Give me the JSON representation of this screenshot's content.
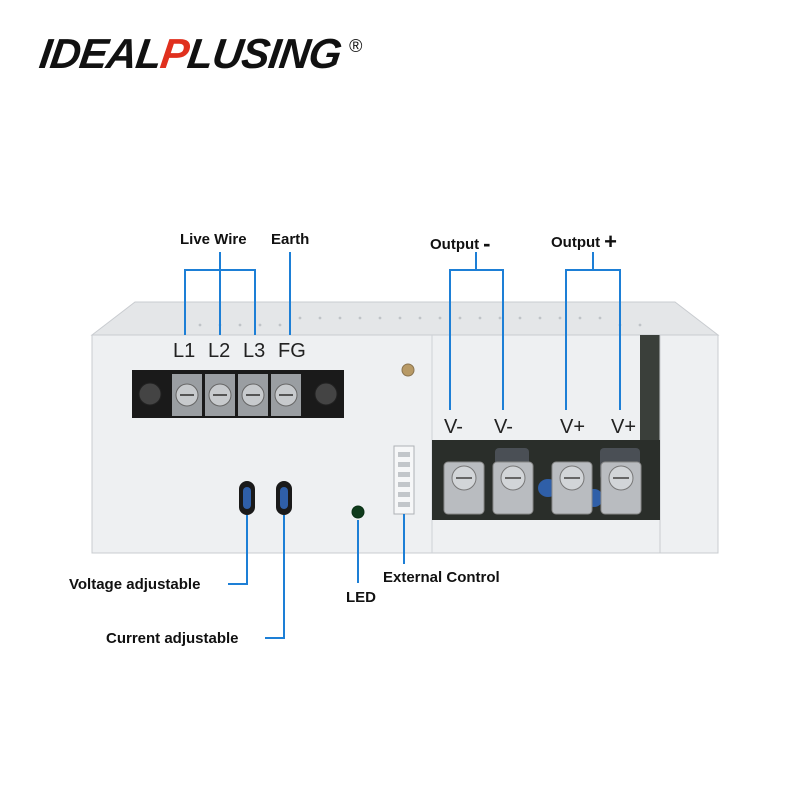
{
  "brand": {
    "name_prefix": "IDEAL",
    "name_highlight": "P",
    "name_rest": "LUSING",
    "registered": "®",
    "accent_color": "#e0301e"
  },
  "labels": {
    "live_wire": "Live Wire",
    "earth": "Earth",
    "output_minus": "Output",
    "output_minus_sign": "-",
    "output_plus": "Output",
    "output_plus_sign": "+",
    "voltage_adjustable": "Voltage adjustable",
    "current_adjustable": "Current adjustable",
    "led": "LED",
    "external_control": "External Control"
  },
  "terminals": {
    "input": [
      "L1",
      "L2",
      "L3",
      "FG"
    ],
    "output": [
      "V-",
      "V-",
      "V+",
      "V+"
    ]
  },
  "colors": {
    "callout_line": "#1d7fd6",
    "panel": "#eef0f2",
    "terminal_block": "#1a1a1a",
    "pcb": "#2a2e2a"
  }
}
